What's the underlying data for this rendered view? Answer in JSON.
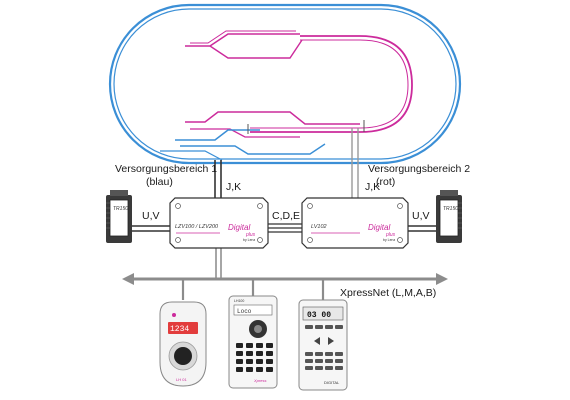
{
  "zones": {
    "left_title": "Versorgungsbereich  1",
    "left_sub": "(blau)",
    "right_title": "Versorgungsbereich  2",
    "right_sub": "(rot)"
  },
  "connections": {
    "jk_left": "J,K",
    "jk_right": "J,K",
    "uv_left": "U,V",
    "uv_right": "U,V",
    "cde": "C,D,E"
  },
  "devices": {
    "transformer_left": "TR150",
    "transformer_right": "TR150",
    "central_model": "LZV100 / LZV200",
    "booster_model": "LV102",
    "brand_main": "Digital",
    "brand_sub": "plus",
    "brand_by": "by Lenz"
  },
  "bus": {
    "label": "XpressNet (L,M,A,B)"
  },
  "handhelds": {
    "lh01_display": "1234",
    "lh01_model": "LH 01",
    "lh100_model": "LH100",
    "lh100_display": "Loco",
    "lh100_small": "Xpress",
    "lh90_display": "03  00",
    "lh90_brand": "DIGITAL"
  },
  "colors": {
    "track_blue": "#3b8fd6",
    "track_magenta": "#cc2b9c",
    "bus_gray": "#8c8c8c"
  }
}
